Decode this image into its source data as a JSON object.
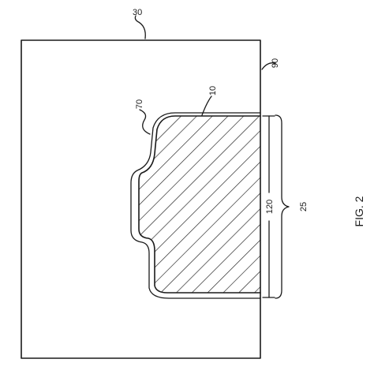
{
  "labels": {
    "ref_30": "30",
    "ref_90": "90",
    "ref_70": "70",
    "ref_10": "10",
    "ref_120": "120",
    "ref_25": "25",
    "figure_caption": "FIG. 2"
  },
  "colors": {
    "ink": "#1a1a1a",
    "background": "#ffffff"
  }
}
